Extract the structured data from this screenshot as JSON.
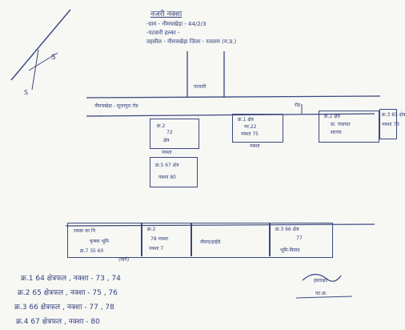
{
  "header": {
    "line1": "नजरी नक्शा",
    "line2": "-ग्राम - नीमचखेड़ा - 44/2/3",
    "line3": "-पटवारी हल्का -",
    "line4": "तहसील - नीमचखेड़ा  जिला - रतलाम (म.प्र.)"
  },
  "top_box_label": "पटवारी",
  "road_label": "नीमचखेड़ा - सूजापुरा रोड",
  "right_road_label": "रोड",
  "plots_top": [
    {
      "line1": "क्र.2",
      "line2": "72",
      "line3": "क्षेत्र",
      "under": "नक्शा"
    },
    {
      "line1": "क्र.1 क्षेत्र",
      "line2": "गर.22",
      "line3": "नक्शा 75",
      "under": "नक्शा"
    },
    {
      "line1": "क्र.2 क्षेत्र",
      "line2": "ग्रा. पंचायत",
      "line3": "सरपंच",
      "under": ""
    },
    {
      "line1": "क्र.3 65 क्षेत्र",
      "line2": "नक्शा 73",
      "line3": "",
      "under": ""
    }
  ],
  "bottom_table": {
    "cell1": [
      "रकबा का नि",
      "कृषक भूमि",
      "क्र.7 35 60"
    ],
    "cell2": [
      "क्र.2",
      "78 नक्शा",
      "नक्शा 7"
    ],
    "cell3": [
      "नीमच/हाईवे"
    ],
    "cell4": [
      "क्र.3 66 क्षेत्र",
      "77",
      "भूमि-विवाद"
    ]
  },
  "bottom_note": "(मार्ग)",
  "list": [
    "क्र.1  64 क्षेत्रफल , नक्शा - 73 , 74",
    "क्र.2  65 क्षेत्रफल , नक्शा - 75 , 76",
    "क्र.3  66 क्षेत्रफल , नक्शा - 77 , 78",
    "क्र.4  67 क्षेत्रफल , नक्शा - 80"
  ],
  "signature_text": "हस्ताक्षर",
  "signature_sub": "पट.क्र."
}
